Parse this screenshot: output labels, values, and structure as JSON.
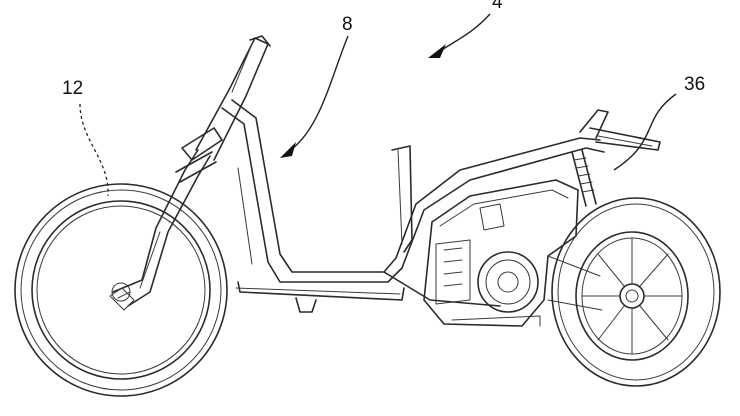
{
  "labels": {
    "front_wheel": "12",
    "frame": "8",
    "vehicle": "4",
    "rear_suspension": "36"
  },
  "colors": {
    "ink": "#2b2b2b",
    "background": "#ffffff"
  }
}
